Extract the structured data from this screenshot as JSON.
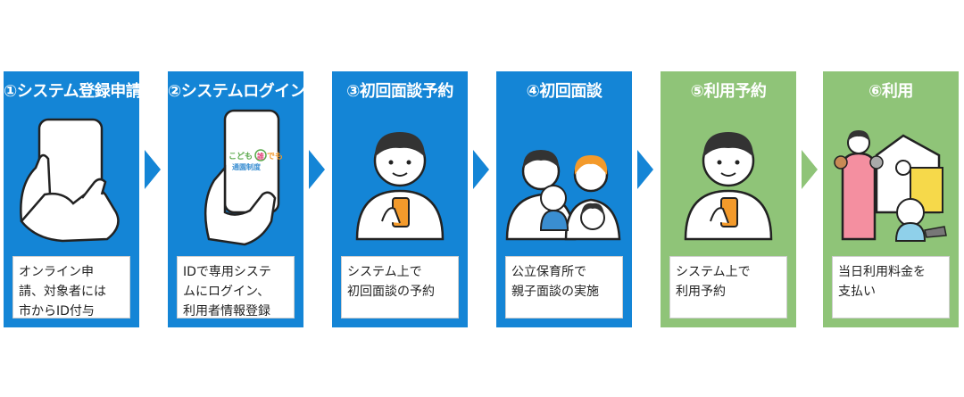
{
  "colors": {
    "blue": "#1485d6",
    "green": "#8fc478",
    "arrow_blue": "#1485d6",
    "arrow_green": "#8fc478"
  },
  "steps": [
    {
      "title": "①システム登録申請",
      "desc": [
        "オンライン申",
        "請、対象者には",
        "市からID付与"
      ]
    },
    {
      "title": "②システムログイン",
      "desc": [
        "IDで専用システ",
        "ムにログイン、",
        "利用者情報登録"
      ],
      "screen_text": [
        "こども",
        "誰",
        "でも",
        "通園制度"
      ]
    },
    {
      "title": "③初回面談予約",
      "desc": [
        "システム上で",
        "初回面談の予約"
      ]
    },
    {
      "title": "④初回面談",
      "desc": [
        "公立保育所で",
        "親子面談の実施"
      ]
    },
    {
      "title": "⑤利用予約",
      "desc": [
        "システム上で",
        "利用予約"
      ]
    },
    {
      "title": "⑥利用",
      "desc": [
        "当日利用料金を",
        "支払い"
      ]
    }
  ],
  "icons": [
    "hand-phone-icon",
    "hand-phone-app-icon",
    "person-phone-icon",
    "family-icon",
    "person-phone-icon",
    "nursery-icon"
  ]
}
